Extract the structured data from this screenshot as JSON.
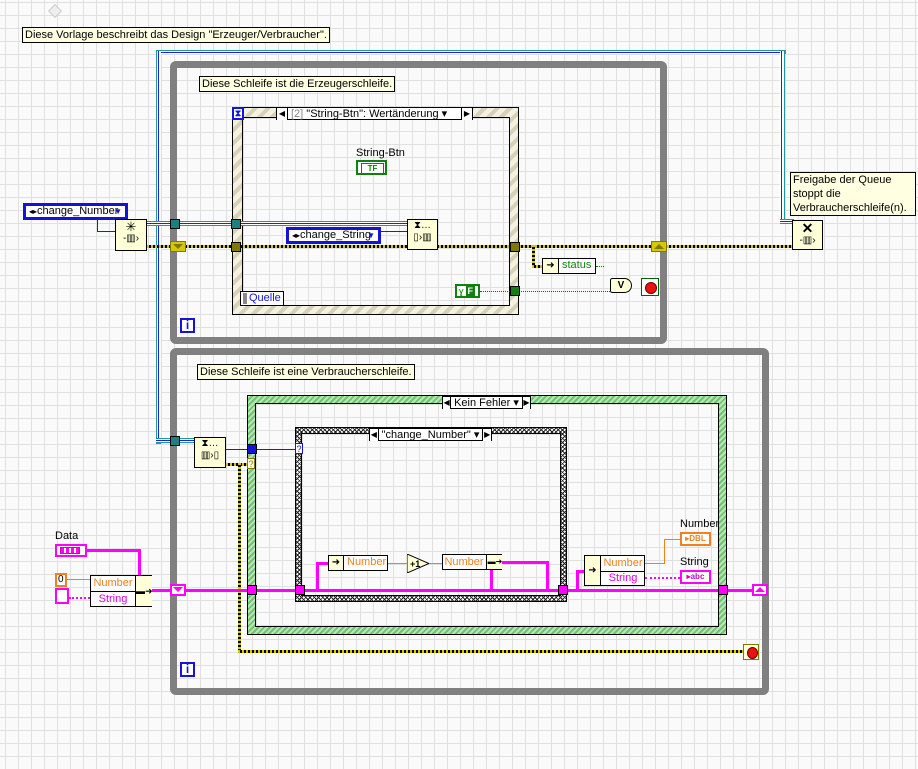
{
  "notes": {
    "template_desc": "Diese Vorlage beschreibt das Design \"Erzeuger/Verbraucher\".",
    "producer_loop": "Diese Schleife ist die Erzeugerschleife.",
    "consumer_loop": "Diese Schleife ist eine Verbraucherschleife.",
    "release_queue": [
      "Freigabe der Queue",
      "stoppt die",
      "Verbraucherschleife(n)."
    ]
  },
  "producer": {
    "event_selector": "[2] \"String-Btn\": Wertänderung",
    "event_index": "[2]",
    "button_label": "String-Btn",
    "button_glyph": "TF",
    "enum_value": "change_String",
    "event_data_node": "Quelle",
    "false_constant": "F",
    "status_label": "status",
    "or_glyph": "V",
    "iter_glyph": "i"
  },
  "queue": {
    "enum_value": "change_Number",
    "obtain_icon": "obtain-queue-icon",
    "enqueue_icon": "enqueue-element-icon",
    "dequeue_icon": "dequeue-element-icon",
    "release_icon": "release-queue-icon"
  },
  "consumer": {
    "error_case": "Kein Fehler",
    "message_case": "\"change_Number\"",
    "data_label": "Data",
    "number_const": "0",
    "bundle_fields": [
      "Number",
      "String"
    ],
    "unbundle_in": "Number",
    "increment_glyph": "+1",
    "bundle_out": "Number",
    "unbundle_fields": [
      "Number",
      "String"
    ],
    "indicator_number_label": "Number",
    "indicator_number_type": "DBL",
    "indicator_string_label": "String",
    "indicator_string_type": "abc",
    "iter_glyph": "i",
    "case_unwired": "?"
  },
  "colors": {
    "while_loop": "#808080",
    "error_wire": "#d4c800",
    "cluster_wire": "#ff00ff",
    "queue_wire": "#1a9aa0",
    "enum_border": "#1414d4",
    "number_wire": "#f08020",
    "boolean": "#007000",
    "stop_red": "#ee1111"
  }
}
